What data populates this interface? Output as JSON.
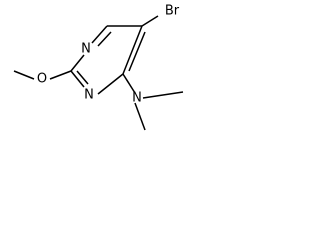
{
  "molecule": {
    "atom_labels": {
      "bromine": "Br",
      "ring_nitrogen_top": "N",
      "ring_nitrogen_bottom": "N",
      "methoxy_oxygen": "O",
      "amine_nitrogen": "N"
    }
  }
}
